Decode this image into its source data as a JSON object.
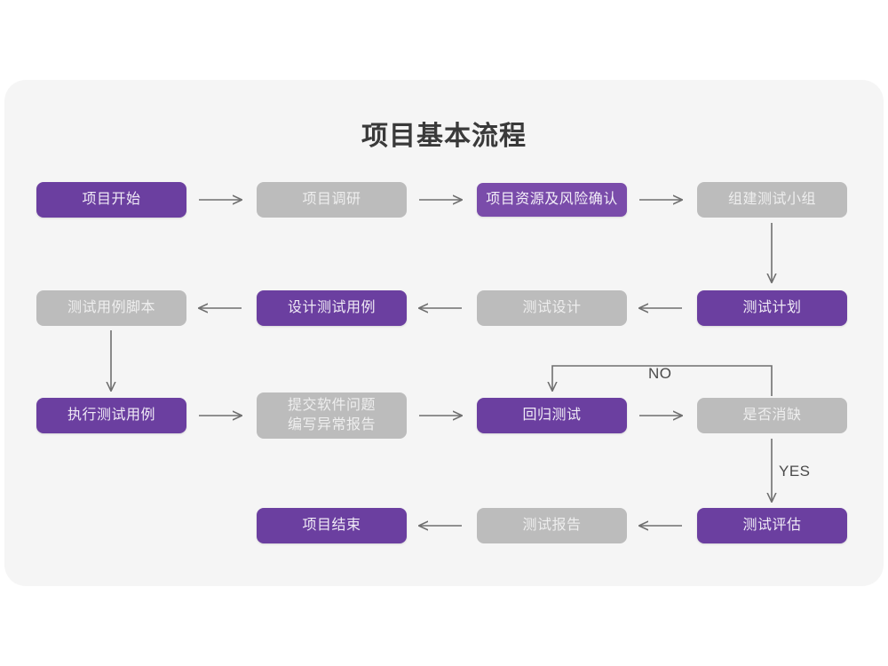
{
  "page": {
    "background": "#ffffff",
    "card_background": "#f5f5f5"
  },
  "title": "项目基本流程",
  "colors": {
    "purple": "#6b3fa0",
    "purple_light": "#7a4caa",
    "gray": "#bcbcbc",
    "arrow": "#6f6f6f",
    "title_text": "#3a3a3a"
  },
  "nodes": {
    "n1": {
      "label": "项目开始",
      "style": "purple"
    },
    "n2": {
      "label": "项目调研",
      "style": "gray"
    },
    "n3": {
      "label": "项目资源及风险确认",
      "style": "purple-light"
    },
    "n4": {
      "label": "组建测试小组",
      "style": "gray"
    },
    "n5": {
      "label": "测试用例脚本",
      "style": "gray"
    },
    "n6": {
      "label": "设计测试用例",
      "style": "purple"
    },
    "n7": {
      "label": "测试设计",
      "style": "gray"
    },
    "n8": {
      "label": "测试计划",
      "style": "purple"
    },
    "n9": {
      "label": "执行测试用例",
      "style": "purple"
    },
    "n10": {
      "label": "提交软件问题\n编写异常报告",
      "style": "gray"
    },
    "n11": {
      "label": "回归测试",
      "style": "purple"
    },
    "n12": {
      "label": "是否消缺",
      "style": "gray"
    },
    "n13": {
      "label": "项目结束",
      "style": "purple"
    },
    "n14": {
      "label": "测试报告",
      "style": "gray"
    },
    "n15": {
      "label": "测试评估",
      "style": "purple"
    }
  },
  "edge_labels": {
    "no": "NO",
    "yes": "YES"
  },
  "chart_data": {
    "type": "diagram",
    "title": "项目基本流程",
    "nodes": [
      {
        "id": "n1",
        "label": "项目开始",
        "row": 1,
        "col": 1,
        "color": "purple"
      },
      {
        "id": "n2",
        "label": "项目调研",
        "row": 1,
        "col": 2,
        "color": "gray"
      },
      {
        "id": "n3",
        "label": "项目资源及风险确认",
        "row": 1,
        "col": 3,
        "color": "purple"
      },
      {
        "id": "n4",
        "label": "组建测试小组",
        "row": 1,
        "col": 4,
        "color": "gray"
      },
      {
        "id": "n5",
        "label": "测试用例脚本",
        "row": 2,
        "col": 1,
        "color": "gray"
      },
      {
        "id": "n6",
        "label": "设计测试用例",
        "row": 2,
        "col": 2,
        "color": "purple"
      },
      {
        "id": "n7",
        "label": "测试设计",
        "row": 2,
        "col": 3,
        "color": "gray"
      },
      {
        "id": "n8",
        "label": "测试计划",
        "row": 2,
        "col": 4,
        "color": "purple"
      },
      {
        "id": "n9",
        "label": "执行测试用例",
        "row": 3,
        "col": 1,
        "color": "purple"
      },
      {
        "id": "n10",
        "label": "提交软件问题 编写异常报告",
        "row": 3,
        "col": 2,
        "color": "gray"
      },
      {
        "id": "n11",
        "label": "回归测试",
        "row": 3,
        "col": 3,
        "color": "purple"
      },
      {
        "id": "n12",
        "label": "是否消缺",
        "row": 3,
        "col": 4,
        "color": "gray"
      },
      {
        "id": "n13",
        "label": "项目结束",
        "row": 4,
        "col": 2,
        "color": "purple"
      },
      {
        "id": "n14",
        "label": "测试报告",
        "row": 4,
        "col": 3,
        "color": "gray"
      },
      {
        "id": "n15",
        "label": "测试评估",
        "row": 4,
        "col": 4,
        "color": "purple"
      }
    ],
    "edges": [
      {
        "from": "n1",
        "to": "n2",
        "label": "",
        "dir": "right"
      },
      {
        "from": "n2",
        "to": "n3",
        "label": "",
        "dir": "right"
      },
      {
        "from": "n3",
        "to": "n4",
        "label": "",
        "dir": "right"
      },
      {
        "from": "n4",
        "to": "n8",
        "label": "",
        "dir": "down"
      },
      {
        "from": "n8",
        "to": "n7",
        "label": "",
        "dir": "left"
      },
      {
        "from": "n7",
        "to": "n6",
        "label": "",
        "dir": "left"
      },
      {
        "from": "n6",
        "to": "n5",
        "label": "",
        "dir": "left"
      },
      {
        "from": "n5",
        "to": "n9",
        "label": "",
        "dir": "down"
      },
      {
        "from": "n9",
        "to": "n10",
        "label": "",
        "dir": "right"
      },
      {
        "from": "n10",
        "to": "n11",
        "label": "",
        "dir": "right"
      },
      {
        "from": "n11",
        "to": "n12",
        "label": "",
        "dir": "right"
      },
      {
        "from": "n12",
        "to": "n11",
        "label": "NO",
        "dir": "loop-up-left"
      },
      {
        "from": "n12",
        "to": "n15",
        "label": "YES",
        "dir": "down"
      },
      {
        "from": "n15",
        "to": "n14",
        "label": "",
        "dir": "left"
      },
      {
        "from": "n14",
        "to": "n13",
        "label": "",
        "dir": "left"
      }
    ]
  }
}
